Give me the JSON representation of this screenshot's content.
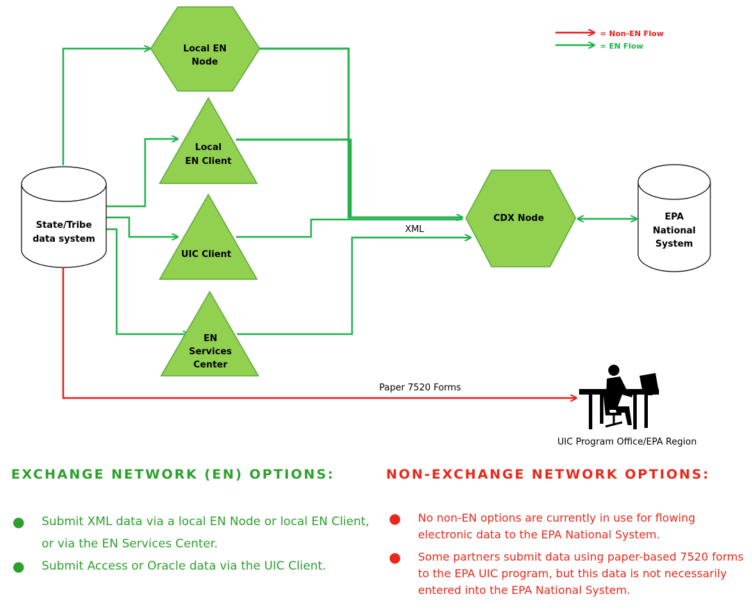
{
  "colors": {
    "en_flow": "#22b24c",
    "non_en_flow": "#e8201e",
    "node_fill": "#92d050",
    "node_stroke": "#5aa83a",
    "en_text": "#2ca02c",
    "non_en_text": "#e8281a"
  },
  "legend": {
    "non_en": "= Non-EN Flow",
    "en": "= EN Flow"
  },
  "nodes": {
    "state_tribe": [
      "State/Tribe",
      "data system"
    ],
    "local_en_node": [
      "Local EN",
      "Node"
    ],
    "local_en_client": [
      "Local",
      "EN Client"
    ],
    "uic_client": [
      "UIC Client"
    ],
    "en_services_center": [
      "EN",
      "Services",
      "Center"
    ],
    "cdx_node": [
      "CDX Node"
    ],
    "epa_national_system": [
      "EPA",
      "National",
      "System"
    ],
    "uic_program_office": "UIC Program Office/EPA Region"
  },
  "edge_labels": {
    "xml": "XML",
    "paper_forms": "Paper 7520 Forms"
  },
  "icons": {
    "office": "person-at-desk-icon"
  },
  "sections": {
    "en_heading": "EXCHANGE NETWORK (EN) OPTIONS:",
    "non_en_heading": "NON-EXCHANGE NETWORK OPTIONS:",
    "en_options": [
      "Submit XML data via a local EN Node or local EN Client, or via the EN Services Center.",
      "Submit Access or Oracle data via the UIC Client."
    ],
    "non_en_options": [
      "No non-EN options are currently in use for flowing electronic data to the EPA National System.",
      "Some partners submit data using paper-based 7520 forms to the EPA UIC program, but this data is not necessarily entered into the EPA National System."
    ]
  }
}
